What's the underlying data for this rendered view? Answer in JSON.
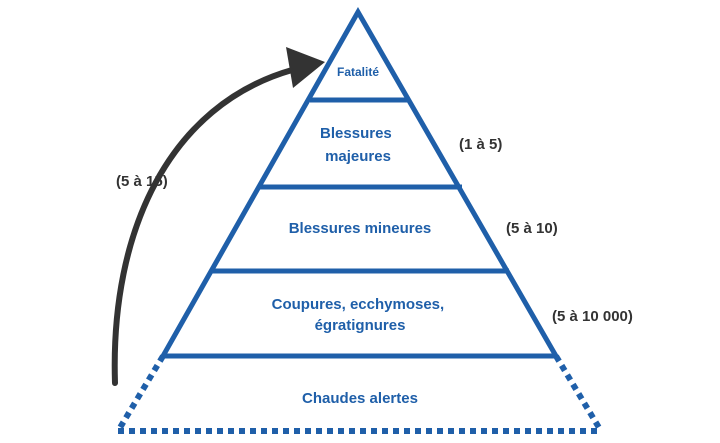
{
  "colors": {
    "pyramid": "#1f5fa9",
    "tier_text": "#1f5fa9",
    "ratio_text": "#333333",
    "arrow": "#333333"
  },
  "tiers": [
    {
      "lines": [
        "Fatalité"
      ]
    },
    {
      "lines": [
        "Blessures",
        "majeures"
      ]
    },
    {
      "lines": [
        "Blessures mineures"
      ]
    },
    {
      "lines": [
        "Coupures, ecchymoses,",
        "égratignures"
      ]
    },
    {
      "lines": [
        "Chaudes alertes"
      ]
    }
  ],
  "ratios": [
    "(1 à 5)",
    "(5 à 10)",
    "(5 à 10 000)"
  ],
  "arrow_label": "(5 à 15)",
  "icons": {
    "arrow": "curved-arrow-icon"
  }
}
